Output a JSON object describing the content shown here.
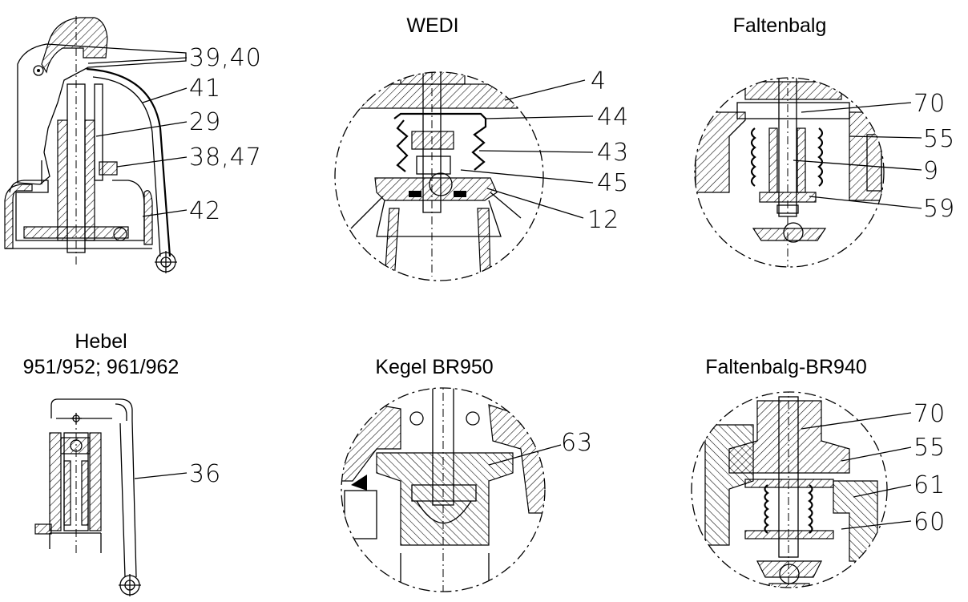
{
  "titles": {
    "wedi": "WEDI",
    "faltenbalg": "Faltenbalg",
    "hebel_line1": "Hebel",
    "hebel_line2": "951/952; 961/962",
    "kegel": "Kegel BR950",
    "faltenbalg_br940": "Faltenbalg-BR940"
  },
  "callouts": {
    "lever": [
      "39,40",
      "41",
      "29",
      "38,47",
      "42"
    ],
    "wedi": [
      "4",
      "44",
      "43",
      "45",
      "12"
    ],
    "faltenbalg": [
      "70",
      "55",
      "9",
      "59"
    ],
    "hebel": [
      "36"
    ],
    "kegel": [
      "63"
    ],
    "faltenbalg_br940": [
      "70",
      "55",
      "61",
      "60"
    ]
  }
}
